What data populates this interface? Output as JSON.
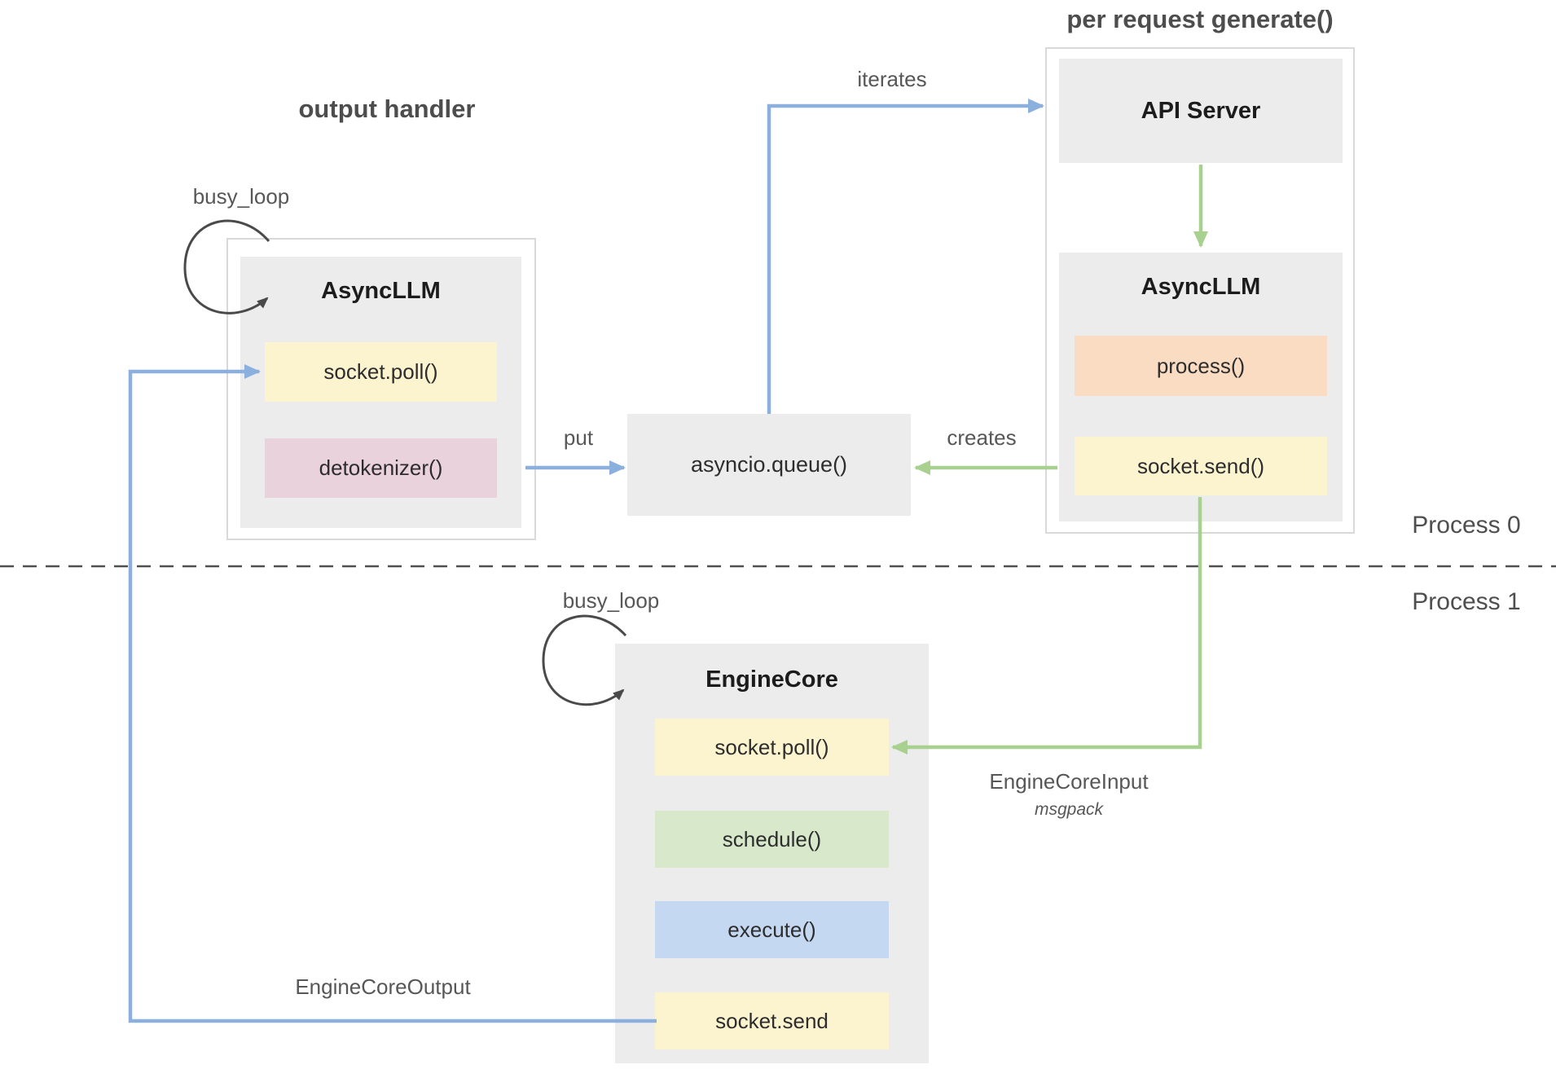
{
  "colors": {
    "arrow_blue": "#8cb0dd",
    "arrow_green": "#a8d08f",
    "box_gray": "#ececec",
    "chip_yellow": "#fcf3cf",
    "chip_pink": "#ead2dc",
    "chip_peach": "#fadcc3",
    "chip_green": "#d8e8cb",
    "chip_blue": "#c5d8f2",
    "loop_dark": "#4a4a4a"
  },
  "sections": {
    "output_handler": {
      "title": "output handler"
    },
    "per_request": {
      "title": "per request generate()"
    }
  },
  "labels": {
    "busy_loop": "busy_loop",
    "iterates": "iterates",
    "put": "put",
    "creates": "creates",
    "engine_core_input": "EngineCoreInput",
    "msgpack": "msgpack",
    "engine_core_output": "EngineCoreOutput",
    "process_0": "Process 0",
    "process_1": "Process 1"
  },
  "nodes": {
    "api_server": {
      "title": "API Server"
    },
    "asyncllm_request": {
      "title": "AsyncLLM",
      "items": [
        {
          "label": "process()"
        },
        {
          "label": "socket.send()"
        }
      ]
    },
    "asyncllm_output": {
      "title": "AsyncLLM",
      "items": [
        {
          "label": "socket.poll()"
        },
        {
          "label": "detokenizer()"
        }
      ]
    },
    "asyncio_queue": {
      "label": "asyncio.queue()"
    },
    "engine_core": {
      "title": "EngineCore",
      "items": [
        {
          "label": "socket.poll()"
        },
        {
          "label": "schedule()"
        },
        {
          "label": "execute()"
        },
        {
          "label": "socket.send"
        }
      ]
    }
  }
}
